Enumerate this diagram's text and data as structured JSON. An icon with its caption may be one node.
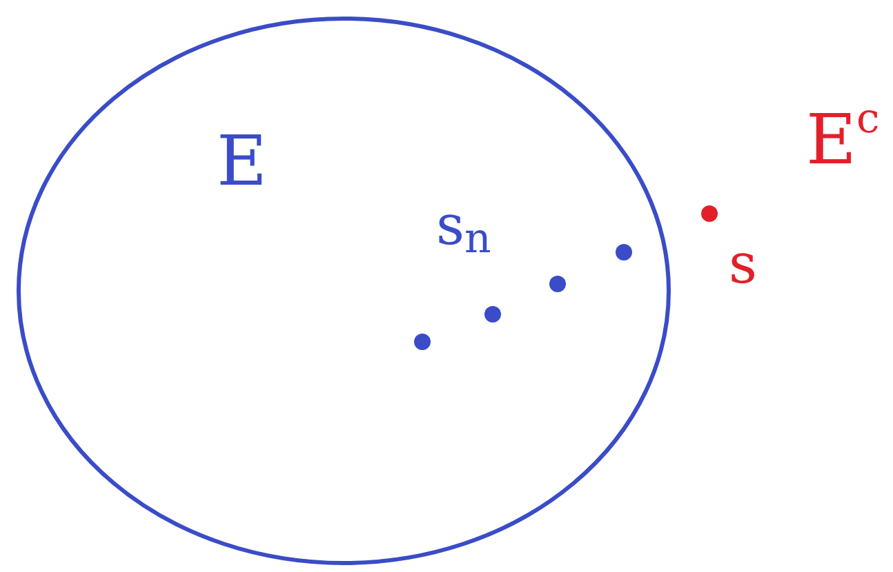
{
  "diagram": {
    "nodes": [
      {
        "text": [
          "E",
          "s$_{n}$"
        ]
      }
    ],
    "labels": [
      "E$^{c}$",
      "s"
    ]
  }
}
